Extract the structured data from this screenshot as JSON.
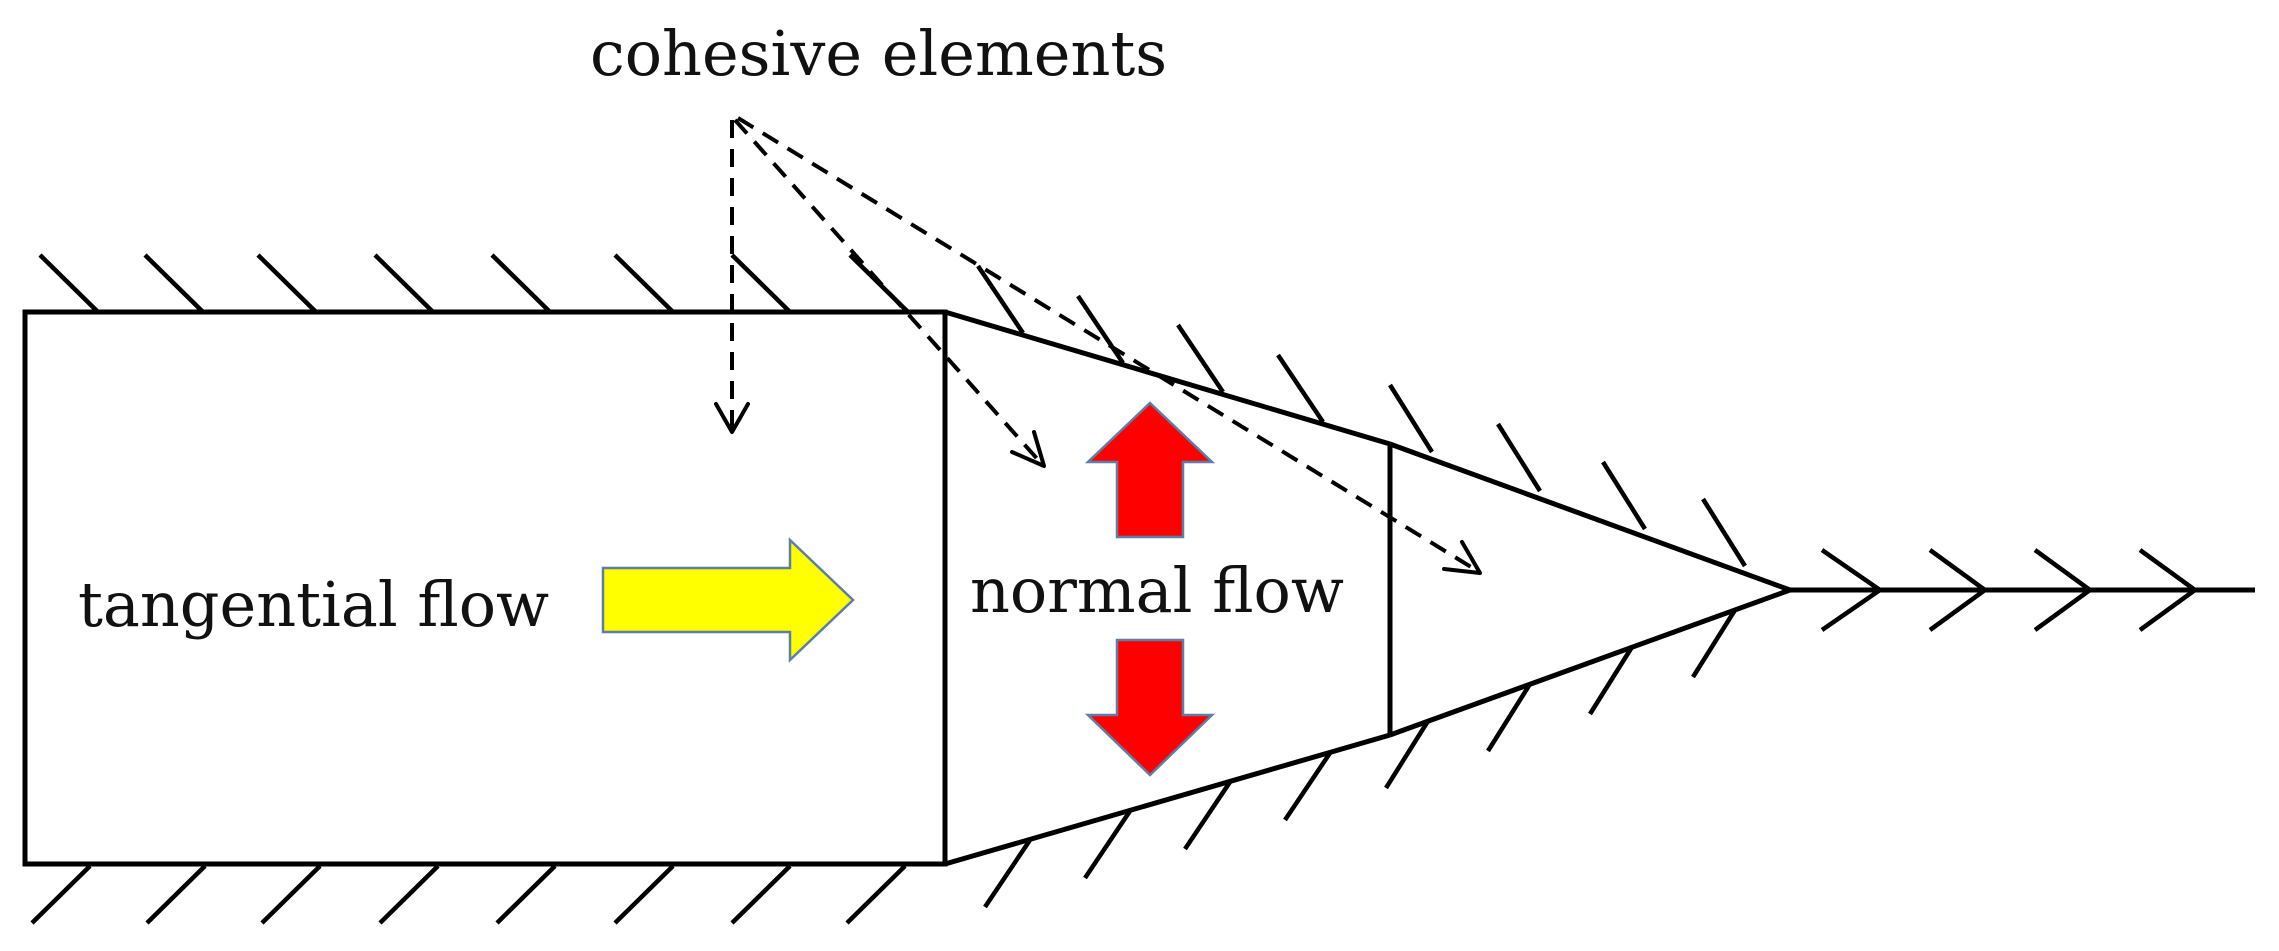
{
  "labels": {
    "cohesive_elements": "cohesive elements",
    "tangential_flow": "tangential flow",
    "normal_flow": "normal flow"
  },
  "colors": {
    "tangential_arrow_fill": "#ffff00",
    "tangential_arrow_stroke": "#5b7fa6",
    "normal_arrow_fill": "#ff0000",
    "normal_arrow_stroke": "#5b7fa6",
    "lines": "#000000"
  },
  "icons": {
    "tangential_arrow": "right-block-arrow-icon",
    "normal_arrow_up": "up-block-arrow-icon",
    "normal_arrow_down": "down-block-arrow-icon",
    "fracture_tip_propagation": "chevron-right-icon"
  }
}
